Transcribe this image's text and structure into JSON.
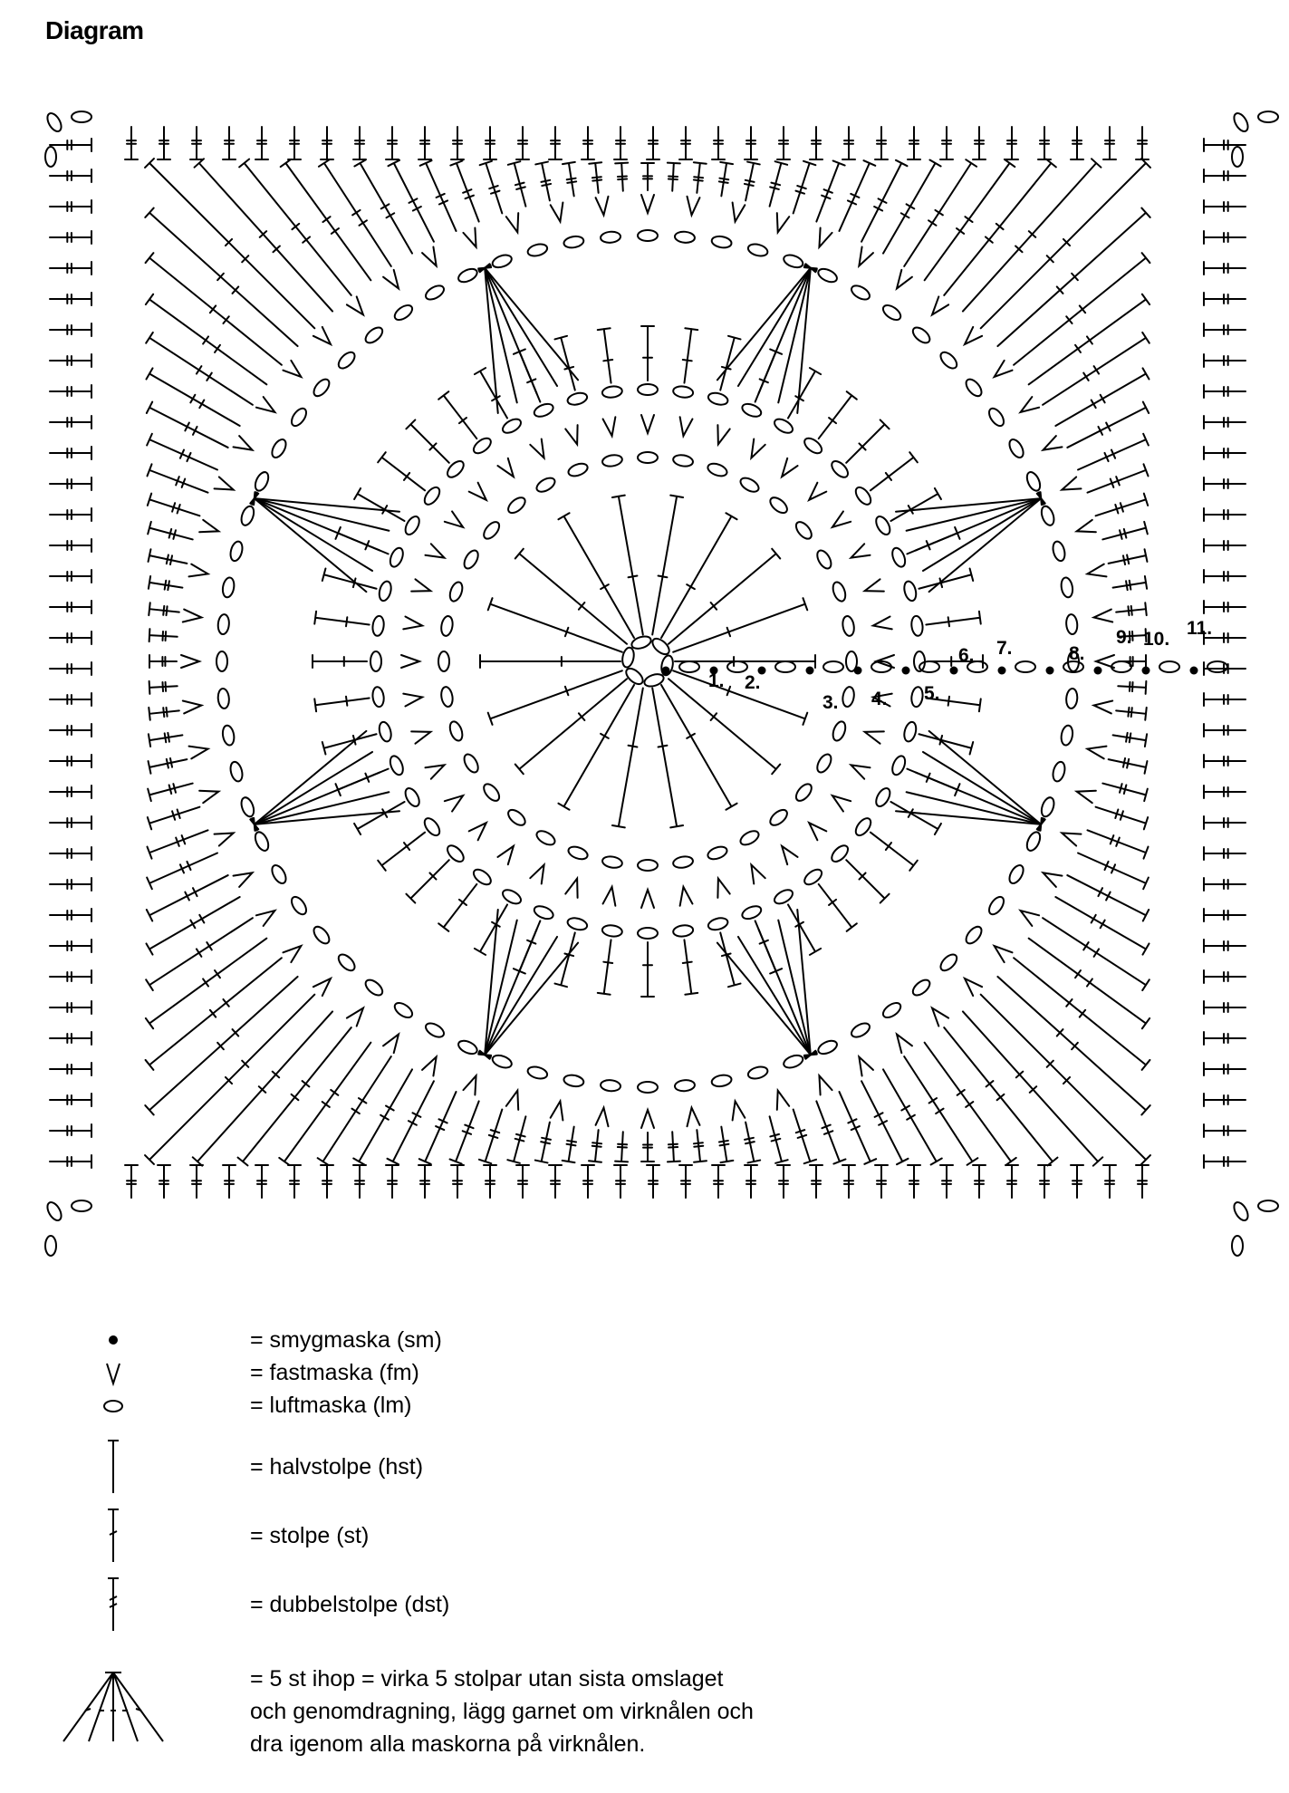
{
  "title": "Diagram",
  "diagram": {
    "type": "crochet-chart",
    "round_labels": [
      "1.",
      "2.",
      "3.",
      "4.",
      "5.",
      "6.",
      "7.",
      "8.",
      "9.",
      "10.",
      "11."
    ]
  },
  "legend": [
    {
      "symbol": "slip-stitch-dot",
      "text": "= smygmaska (sm)"
    },
    {
      "symbol": "single-crochet-v",
      "text": "= fastmaska (fm)"
    },
    {
      "symbol": "chain-oval",
      "text": "= luftmaska (lm)"
    },
    {
      "symbol": "half-double-crochet",
      "text": "= halvstolpe (hst)"
    },
    {
      "symbol": "double-crochet",
      "text": "= stolpe (st)"
    },
    {
      "symbol": "treble-crochet",
      "text": "= dubbelstolpe (dst)"
    },
    {
      "symbol": "five-dc-cluster",
      "lines": [
        "= 5 st ihop = virka 5 stolpar utan sista omslaget",
        "och genomdragning, lägg garnet om virknålen och",
        "dra igenom alla maskorna på virknålen."
      ]
    }
  ]
}
